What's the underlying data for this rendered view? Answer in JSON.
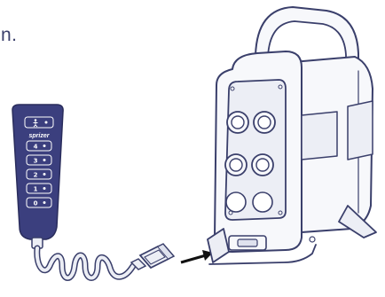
{
  "caption": {
    "tail_text": "n."
  },
  "remote": {
    "brand": "sprizer",
    "levels": [
      "4",
      "3",
      "2",
      "1",
      "0"
    ]
  },
  "colors": {
    "line": "#3a3f6b",
    "remote_body": "#3b3f7e",
    "fill_light": "#eceef5",
    "device_fill": "#f7f8fb"
  },
  "icons": [
    "remote-controller-icon",
    "spray-device-icon",
    "arrow-icon",
    "cable-plug-icon"
  ]
}
